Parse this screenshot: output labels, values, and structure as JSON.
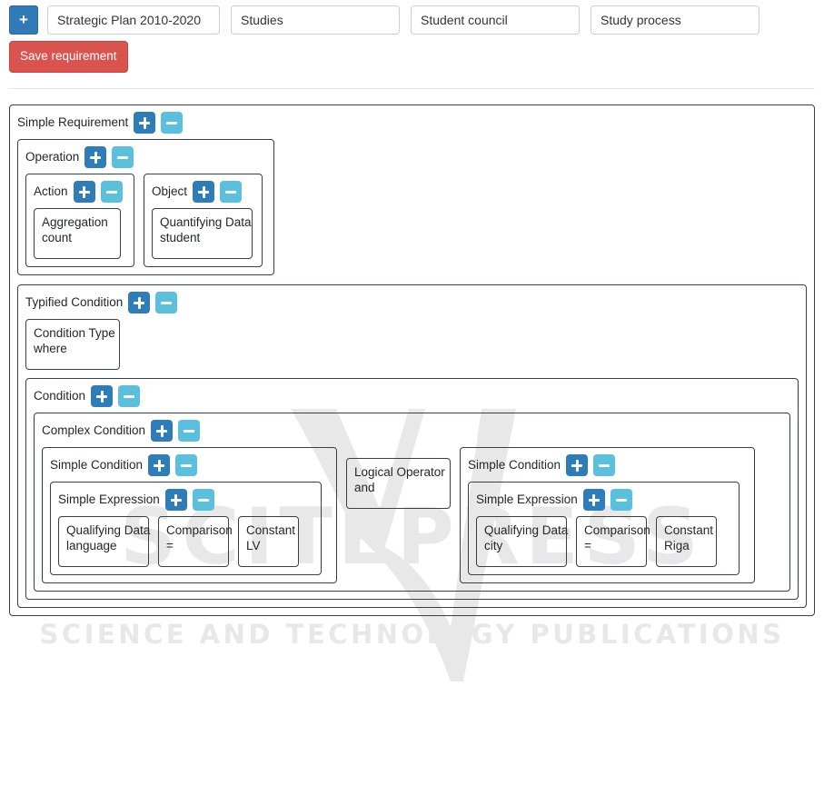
{
  "toolbar": {
    "add_button_label": "+",
    "add_button_icon": "plus-icon",
    "inputs": [
      {
        "name": "strategic-plan",
        "value": "Strategic Plan 2010-2020",
        "placeholder": ""
      },
      {
        "name": "studies",
        "value": "Studies",
        "placeholder": ""
      },
      {
        "name": "student-council",
        "value": "Student council",
        "placeholder": ""
      },
      {
        "name": "study-process",
        "value": "Study process",
        "placeholder": ""
      }
    ],
    "save_label": "Save requirement"
  },
  "buttons": {
    "plus_label": "+",
    "minus_label": "−",
    "plus_icon": "plus-icon",
    "minus_icon": "minus-icon"
  },
  "colors": {
    "plus_blue": "#2e7cb8",
    "minus_blue": "#5bc0de",
    "save_red": "#d9534f",
    "toolbar_add_blue": "#3279b7",
    "border": "#3a3f44",
    "watermark": "#e8e8e8"
  },
  "tree": {
    "simple_requirement": {
      "label": "Simple Requirement"
    },
    "operation": {
      "label": "Operation"
    },
    "action": {
      "label": "Action"
    },
    "object": {
      "label": "Object"
    },
    "aggregation": {
      "type": "Aggregation",
      "value": "count"
    },
    "quantifying_data_student": {
      "type": "Quantifying Data",
      "value": "student"
    },
    "typified_condition": {
      "label": "Typified Condition"
    },
    "condition_type": {
      "type": "Condition Type",
      "value": "where"
    },
    "condition": {
      "label": "Condition"
    },
    "complex_condition": {
      "label": "Complex Condition"
    },
    "simple_condition_left": {
      "label": "Simple Condition"
    },
    "simple_expression_left": {
      "label": "Simple Expression"
    },
    "qualifying_data_language": {
      "type": "Qualifying Data",
      "value": "language"
    },
    "comparison_left": {
      "type": "Comparison",
      "value": "="
    },
    "constant_lv": {
      "type": "Constant",
      "value": "LV"
    },
    "logical_operator": {
      "type": "Logical Operator",
      "value": "and"
    },
    "simple_condition_right": {
      "label": "Simple Condition"
    },
    "simple_expression_right": {
      "label": "Simple Expression"
    },
    "qualifying_data_city": {
      "type": "Qualifying Data",
      "value": "city"
    },
    "comparison_right": {
      "type": "Comparison",
      "value": "="
    },
    "constant_riga": {
      "type": "Constant",
      "value": "Riga"
    }
  },
  "watermark": {
    "brand": "SCITEPRESS",
    "tagline": "SCIENCE AND TECHNOLOGY PUBLICATIONS"
  }
}
